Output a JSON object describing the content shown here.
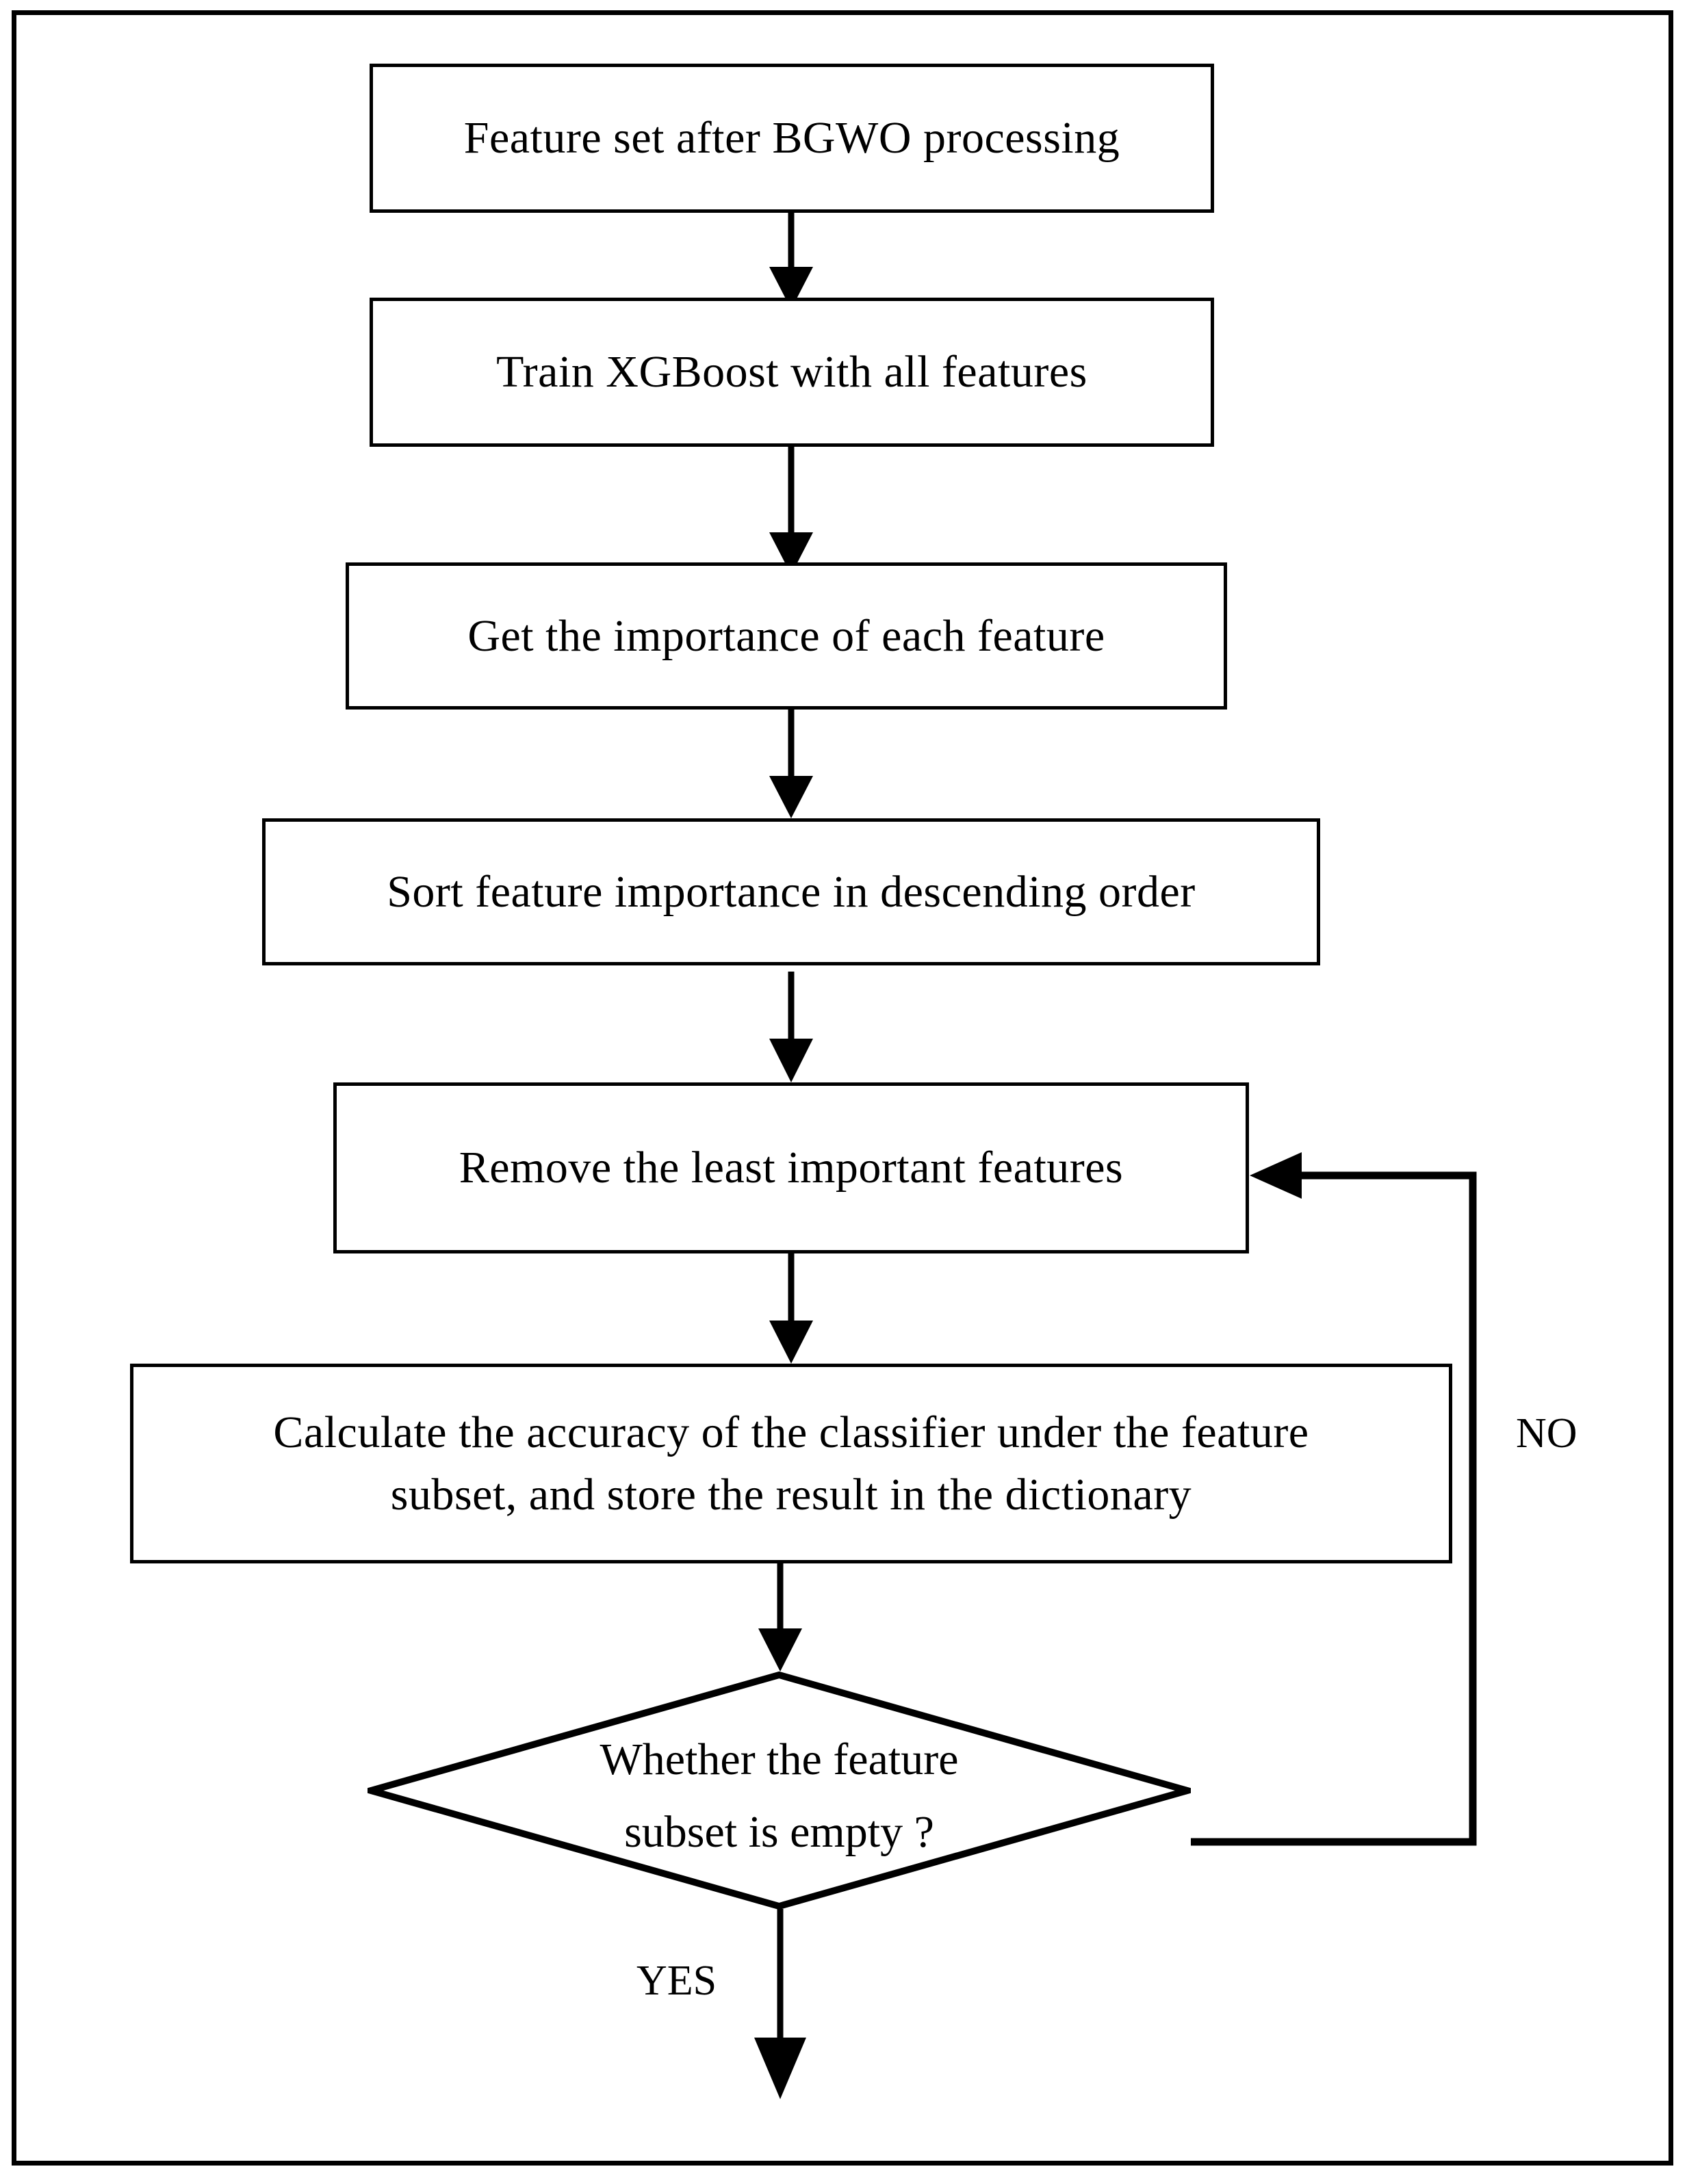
{
  "diagram": {
    "type": "flowchart",
    "title": "",
    "border_color": "#000000",
    "background_color": "#ffffff",
    "line_color": "#000000",
    "nodes": [
      {
        "id": "n1",
        "shape": "rect",
        "text": "Feature set after BGWO processing"
      },
      {
        "id": "n2",
        "shape": "rect",
        "text": "Train XGBoost with all features"
      },
      {
        "id": "n3",
        "shape": "rect",
        "text": "Get the importance of each feature"
      },
      {
        "id": "n4",
        "shape": "rect",
        "text": "Sort feature importance in descending order"
      },
      {
        "id": "n5",
        "shape": "rect",
        "text": "Remove the least important features"
      },
      {
        "id": "n6",
        "shape": "rect",
        "text": "Calculate the accuracy of the classifier under the feature\nsubset, and store the result in the dictionary"
      },
      {
        "id": "n7",
        "shape": "diamond",
        "text": "Whether the feature\nsubset is empty ?"
      }
    ],
    "edge_labels": {
      "no": "NO",
      "yes": "YES"
    },
    "edges": [
      {
        "from": "n1",
        "to": "n2",
        "label": ""
      },
      {
        "from": "n2",
        "to": "n3",
        "label": ""
      },
      {
        "from": "n3",
        "to": "n4",
        "label": ""
      },
      {
        "from": "n4",
        "to": "n5",
        "label": ""
      },
      {
        "from": "n5",
        "to": "n6",
        "label": ""
      },
      {
        "from": "n6",
        "to": "n7",
        "label": ""
      },
      {
        "from": "n7",
        "to": "n5",
        "label": "NO"
      },
      {
        "from": "n7",
        "to": "exit",
        "label": "YES"
      }
    ]
  }
}
